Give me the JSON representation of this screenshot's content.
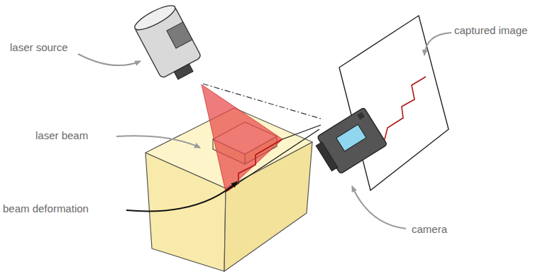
{
  "diagram": {
    "labels": [
      "laser source",
      "laser beam",
      "beam deformation",
      "captured image",
      "camera"
    ]
  }
}
